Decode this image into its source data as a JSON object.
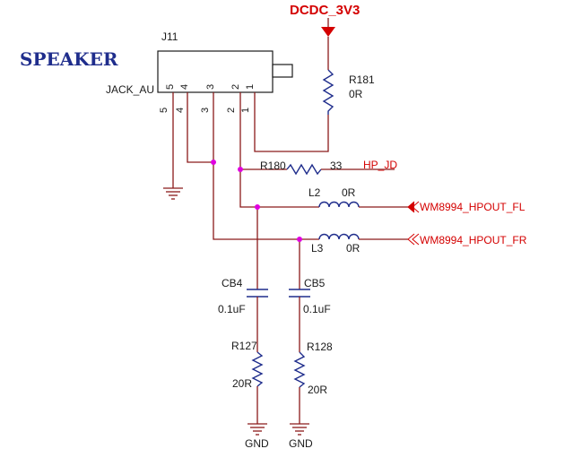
{
  "title": "SPEAKER",
  "power_rail": "DCDC_3V3",
  "connector": {
    "ref": "J11",
    "name": "JACK_AU",
    "pins_inside": [
      "5",
      "4",
      "3",
      "2",
      "1"
    ],
    "pins_outside": [
      "5",
      "4",
      "3",
      "2",
      "1"
    ]
  },
  "components": {
    "r181": {
      "ref": "R181",
      "value": "0R"
    },
    "r180": {
      "ref": "R180",
      "value": "33"
    },
    "l2": {
      "ref": "L2",
      "value": "0R"
    },
    "l3": {
      "ref": "L3",
      "value": "0R"
    },
    "cb4": {
      "ref": "CB4",
      "value": "0.1uF"
    },
    "cb5": {
      "ref": "CB5",
      "value": "0.1uF"
    },
    "r127": {
      "ref": "R127",
      "value": "20R"
    },
    "r128": {
      "ref": "R128",
      "value": "20R"
    }
  },
  "nets": {
    "hp_jd": "HP_JD",
    "hpout_fl": "WM8994_HPOUT_FL",
    "hpout_fr": "WM8994_HPOUT_FR",
    "gnd_left": "GND",
    "gnd_right": "GND"
  },
  "colors": {
    "wire": "#8b1a1a",
    "component": "#1f2d8c",
    "junction": "#e000e0",
    "net_label": "#d40000"
  }
}
